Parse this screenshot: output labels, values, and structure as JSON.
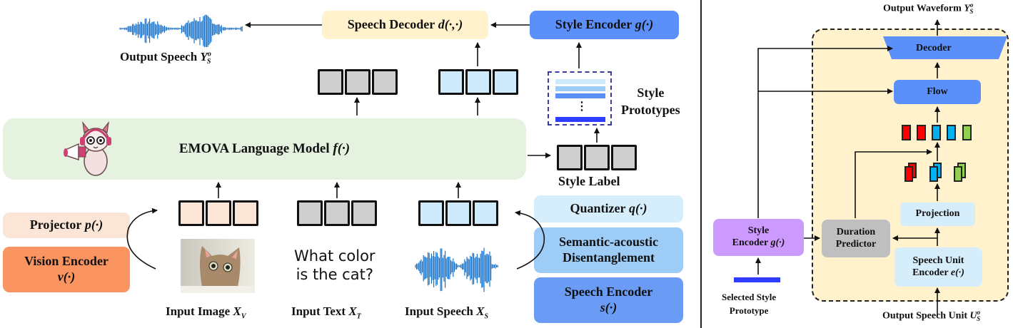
{
  "left_panel": {
    "output_speech": {
      "label": "Output Speech",
      "symbol": "Y",
      "sup": "o",
      "sub": "S"
    },
    "speech_decoder": {
      "label": "Speech Decoder",
      "fn": "d(·,·)"
    },
    "style_encoder": {
      "label": "Style Encoder",
      "fn": "g(·)"
    },
    "style_prototypes": {
      "line1": "Style",
      "line2": "Prototypes",
      "dots": "⋮"
    },
    "style_label": "Style Label",
    "language_model": {
      "label": "EMOVA Language Model",
      "fn": "f(·)",
      "mascot": "llama-mascot-icon"
    },
    "projector": {
      "label": "Projector",
      "fn": "p(·)"
    },
    "vision_encoder": {
      "label": "Vision Encoder",
      "fn": "v(·)"
    },
    "quantizer": {
      "label": "Quantizer",
      "fn": "q(·)"
    },
    "disentanglement": {
      "line1": "Semantic-acoustic",
      "line2": "Disentanglement"
    },
    "speech_encoder": {
      "label": "Speech Encoder",
      "fn": "s(·)"
    },
    "input_text": {
      "line1": "What color",
      "line2": "is the cat?"
    },
    "inputs": [
      {
        "label": "Input Image",
        "symbol": "X",
        "sub": "V"
      },
      {
        "label": "Input Text",
        "symbol": "X",
        "sub": "T"
      },
      {
        "label": "Input Speech",
        "symbol": "X",
        "sub": "S"
      }
    ]
  },
  "right_panel": {
    "output_waveform": {
      "label": "Output Waveform",
      "symbol": "Y",
      "sup": "o",
      "sub": "S"
    },
    "decoder": "Decoder",
    "flow": "Flow",
    "projection": "Projection",
    "duration_predictor": {
      "line1": "Duration",
      "line2": "Predictor"
    },
    "speech_unit_encoder": {
      "line1": "Speech Unit",
      "line2": "Encoder",
      "fn": "e(·)"
    },
    "style_encoder": {
      "line1": "Style",
      "line2": "Encoder",
      "fn": "g(·)"
    },
    "selected_prototype": {
      "line1": "Selected Style",
      "line2": "Prototype"
    },
    "output_speech_unit": {
      "label": "Output Speech Unit",
      "symbol": "U",
      "sup": "o",
      "sub": "S"
    }
  },
  "colors": {
    "decoder_yellow": "#fff2cc",
    "style_encoder_blue": "#5b8ff9",
    "lm_green": "#e6f2e0",
    "projector_peach": "#fbe5d6",
    "vision_orange": "#fa9461",
    "quantizer_light": "#d6eefb",
    "disent_mid": "#9dcdf7",
    "speech_enc_blue": "#6a9cf5",
    "token_grey": "#cfcfcf",
    "token_peach": "#fbe5d6",
    "token_blue": "#cfeafb",
    "style_enc_purple": "#cc99ff",
    "duration_grey": "#bfbfbf",
    "red": "#ff0000",
    "cyan": "#00b0f0",
    "green": "#92d050",
    "prototype_dark": "#2f3cff"
  }
}
